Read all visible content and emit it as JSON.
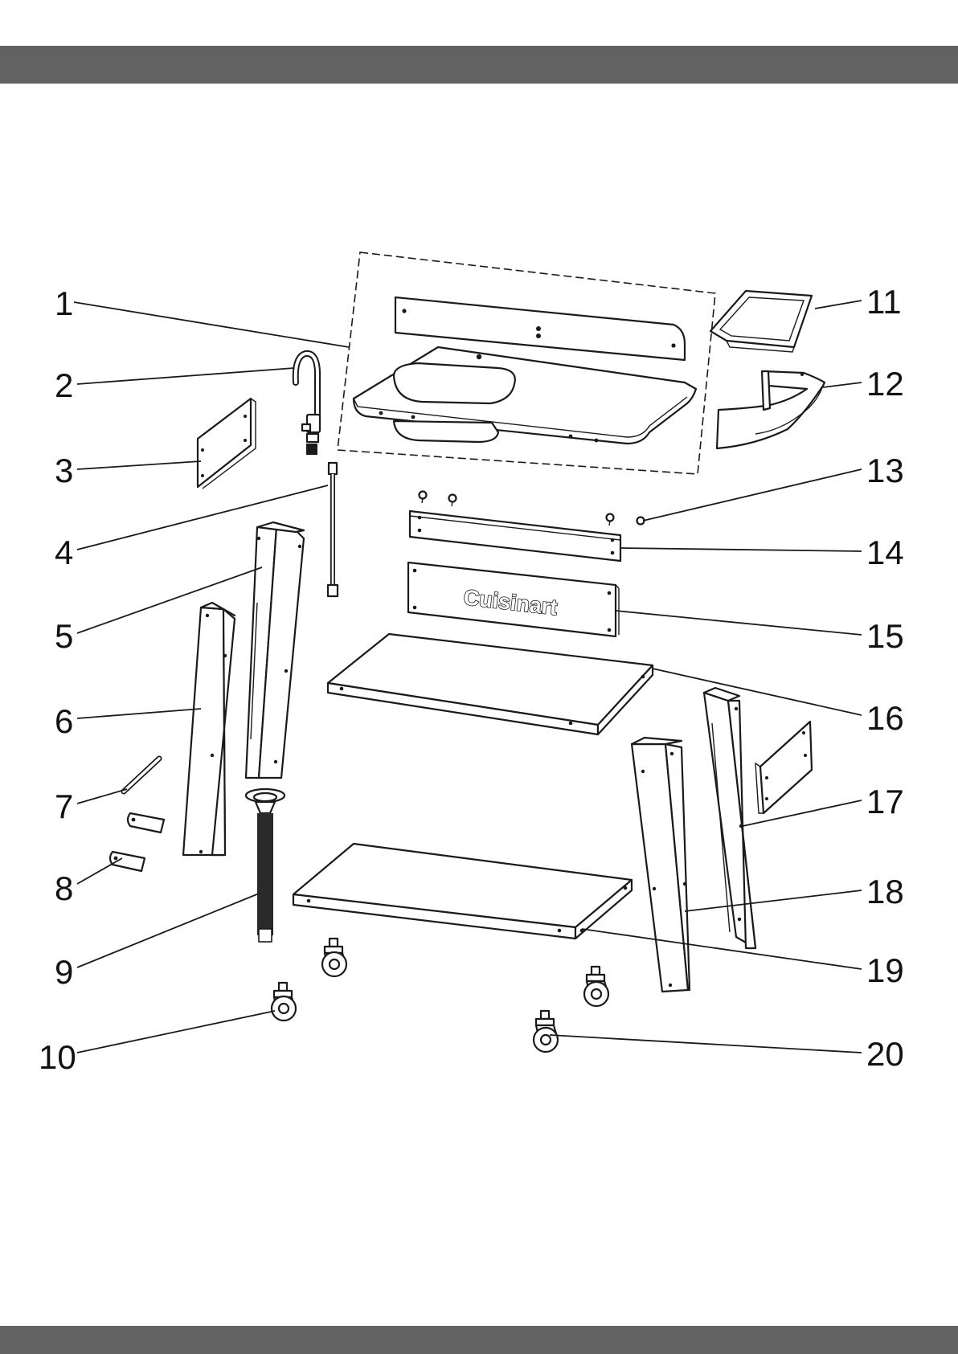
{
  "brand_label": "Cuisinart",
  "parts": [
    {
      "number": "1"
    },
    {
      "number": "2"
    },
    {
      "number": "3"
    },
    {
      "number": "4"
    },
    {
      "number": "5"
    },
    {
      "number": "6"
    },
    {
      "number": "7"
    },
    {
      "number": "8"
    },
    {
      "number": "9"
    },
    {
      "number": "10"
    },
    {
      "number": "11"
    },
    {
      "number": "12"
    },
    {
      "number": "13"
    },
    {
      "number": "14"
    },
    {
      "number": "15"
    },
    {
      "number": "16"
    },
    {
      "number": "17"
    },
    {
      "number": "18"
    },
    {
      "number": "19"
    },
    {
      "number": "20"
    }
  ]
}
